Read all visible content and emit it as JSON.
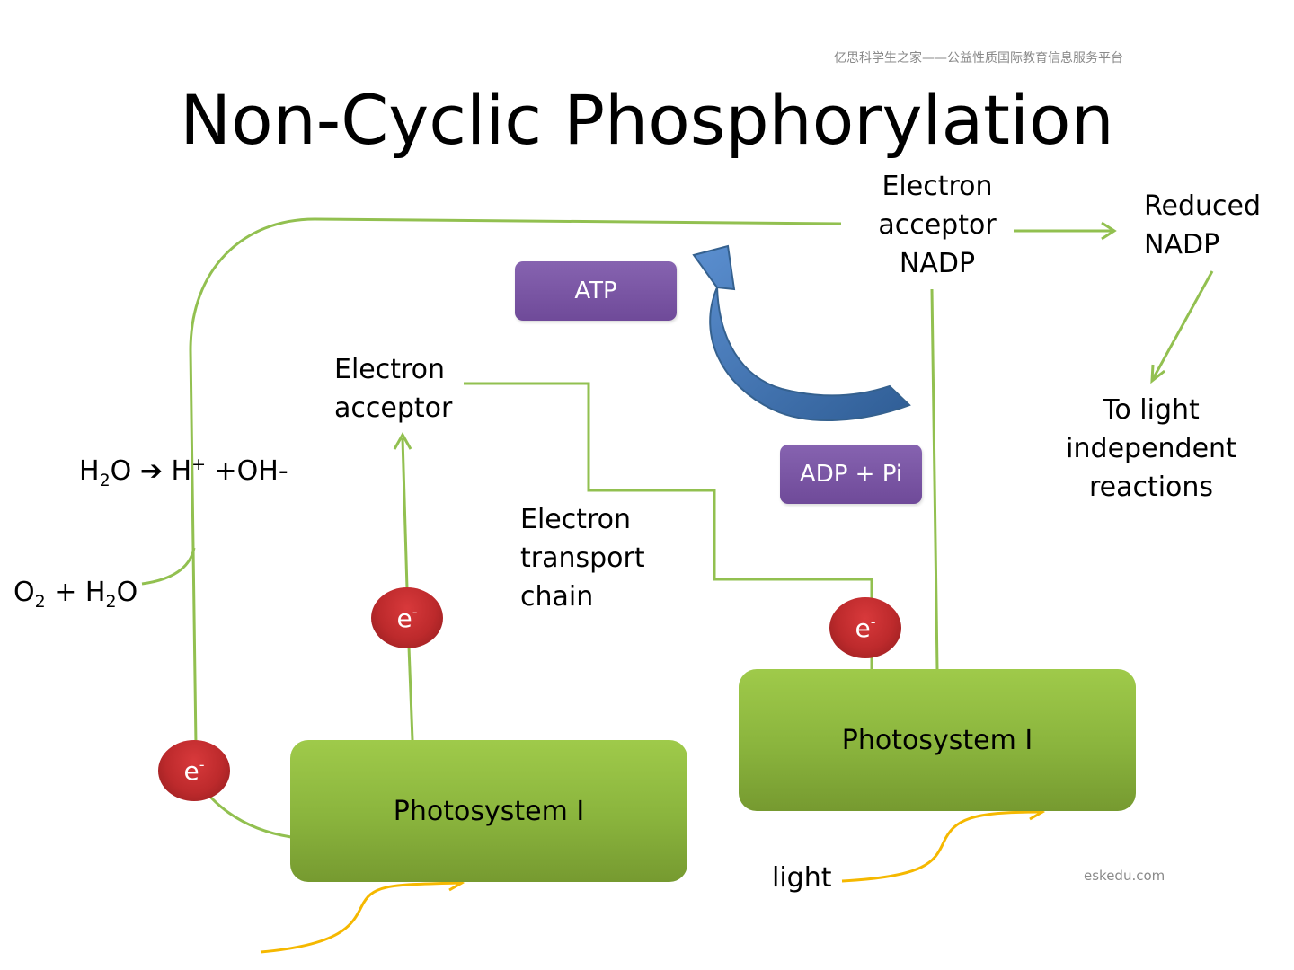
{
  "watermark_top": "亿思科学生之家——公益性质国际教育信息服务平台",
  "watermark_bottom": "eskedu.com",
  "title": "Non-Cyclic Phosphorylation",
  "nodes": {
    "electron_acceptor_nadp": [
      "Electron",
      "acceptor",
      "NADP"
    ],
    "reduced_nadp": [
      "Reduced",
      "NADP"
    ],
    "to_light_independent": [
      "To light",
      "independent",
      "reactions"
    ],
    "atp": "ATP",
    "adp_pi": "ADP + Pi",
    "electron_acceptor": [
      "Electron",
      "acceptor"
    ],
    "electron_transport_chain": [
      "Electron",
      "transport",
      "chain"
    ],
    "photosystem_left": "Photosystem I",
    "photosystem_right": "Photosystem I",
    "light": "light"
  },
  "water_split": {
    "h2o_base": "H",
    "h2o_sub": "2",
    "h2o_tail": "O",
    "arrow": "➔",
    "h_plus_base": "H",
    "h_plus_sup": "+",
    "oh": " +OH-"
  },
  "oxygen": {
    "o_base": "O",
    "o_sub": "2",
    "plus": " + H",
    "h_sub": "2",
    "tail": "O"
  },
  "electron": {
    "base": "e",
    "sup": "-"
  },
  "colors": {
    "line_green": "#92c050",
    "light_yellow": "#f5b800",
    "electron_red": "#c0292b",
    "pill_purple": "#7a55a5",
    "box_green": "#8db83f",
    "arrow_blue": "#3d6fa8"
  }
}
